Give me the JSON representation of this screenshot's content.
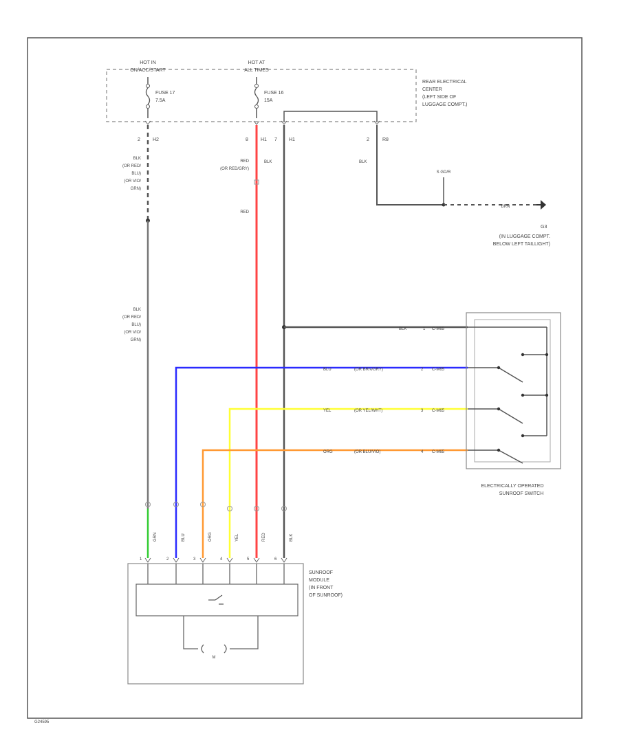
{
  "power": {
    "hot1_line1": "HOT IN",
    "hot1_line2": "ON/ACC/START",
    "hot2_line1": "HOT AT",
    "hot2_line2": "ALL TIMES",
    "fuse17_name": "FUSE 17",
    "fuse17_amp": "7.5A",
    "fuse16_name": "FUSE 16",
    "fuse16_amp": "15A"
  },
  "rear_center": {
    "line1": "REAR ELECTRICAL",
    "line2": "CENTER",
    "line3": "(LEFT SIDE OF",
    "line4": "LUGGAGE COMPT.)"
  },
  "connectors": {
    "pin_h2_num": "2",
    "pin_h2_ref": "H2",
    "pin_h1_num": "8",
    "pin_h1_ref": "H1",
    "pin_h1b_num": "7",
    "pin_h1b_ref": "H1",
    "pin_r8_num": "2",
    "pin_r8_ref": "R8"
  },
  "wire_labels": {
    "left_top": [
      "BLK",
      "(OR RED/",
      "BLU)",
      "(OR VIO/",
      "GRN)"
    ],
    "left_mid": [
      "BLK",
      "(OR RED/",
      "BLU)",
      "(OR VIO/",
      "GRN)"
    ],
    "red_top1": "RED",
    "red_top2": "(OR RED/GRY)",
    "blk_top": "BLK",
    "red_mid": "RED",
    "blk_right": "BLK"
  },
  "ground": {
    "splice": "S GD/R",
    "wire": "BRN",
    "id": "G3",
    "loc1": "(IN LUGGAGE COMPT.",
    "loc2": "BELOW LEFT TAILLIGHT)"
  },
  "switch": {
    "wire_blk": "BLK",
    "wire_blk_pin": "1",
    "wire_blu": "BLU",
    "wire_blu_alt": "(OR BRN/GRY)",
    "wire_blu_pin": "2",
    "wire_yel": "YEL",
    "wire_yel_alt": "(OR YEL/WHT)",
    "wire_yel_pin": "3",
    "wire_org": "ORG",
    "wire_org_alt": "(OR BLU/VIO)",
    "wire_org_pin": "4",
    "conn": "C-M65",
    "name_line1": "ELECTRICALLY OPERATED",
    "name_line2": "SUNROOF SWITCH"
  },
  "module": {
    "pins": [
      "1",
      "2",
      "3",
      "4",
      "5",
      "6"
    ],
    "wire_codes": [
      "GRN",
      "BLU",
      "ORG",
      "YEL",
      "RED",
      "BLK"
    ],
    "name_line1": "SUNROOF",
    "name_line2": "MODULE",
    "name_line3": "(IN FRONT",
    "name_line4": "OF SUNROOF)",
    "motor": "M"
  },
  "figure_id": "G24595",
  "colors": {
    "red_wire": "#ff4444",
    "blue_wire": "#2a2aff",
    "yellow_wire": "#ffff33",
    "orange_wire": "#ff9933",
    "green_wire": "#33cc33",
    "black_wire": "#555555"
  }
}
